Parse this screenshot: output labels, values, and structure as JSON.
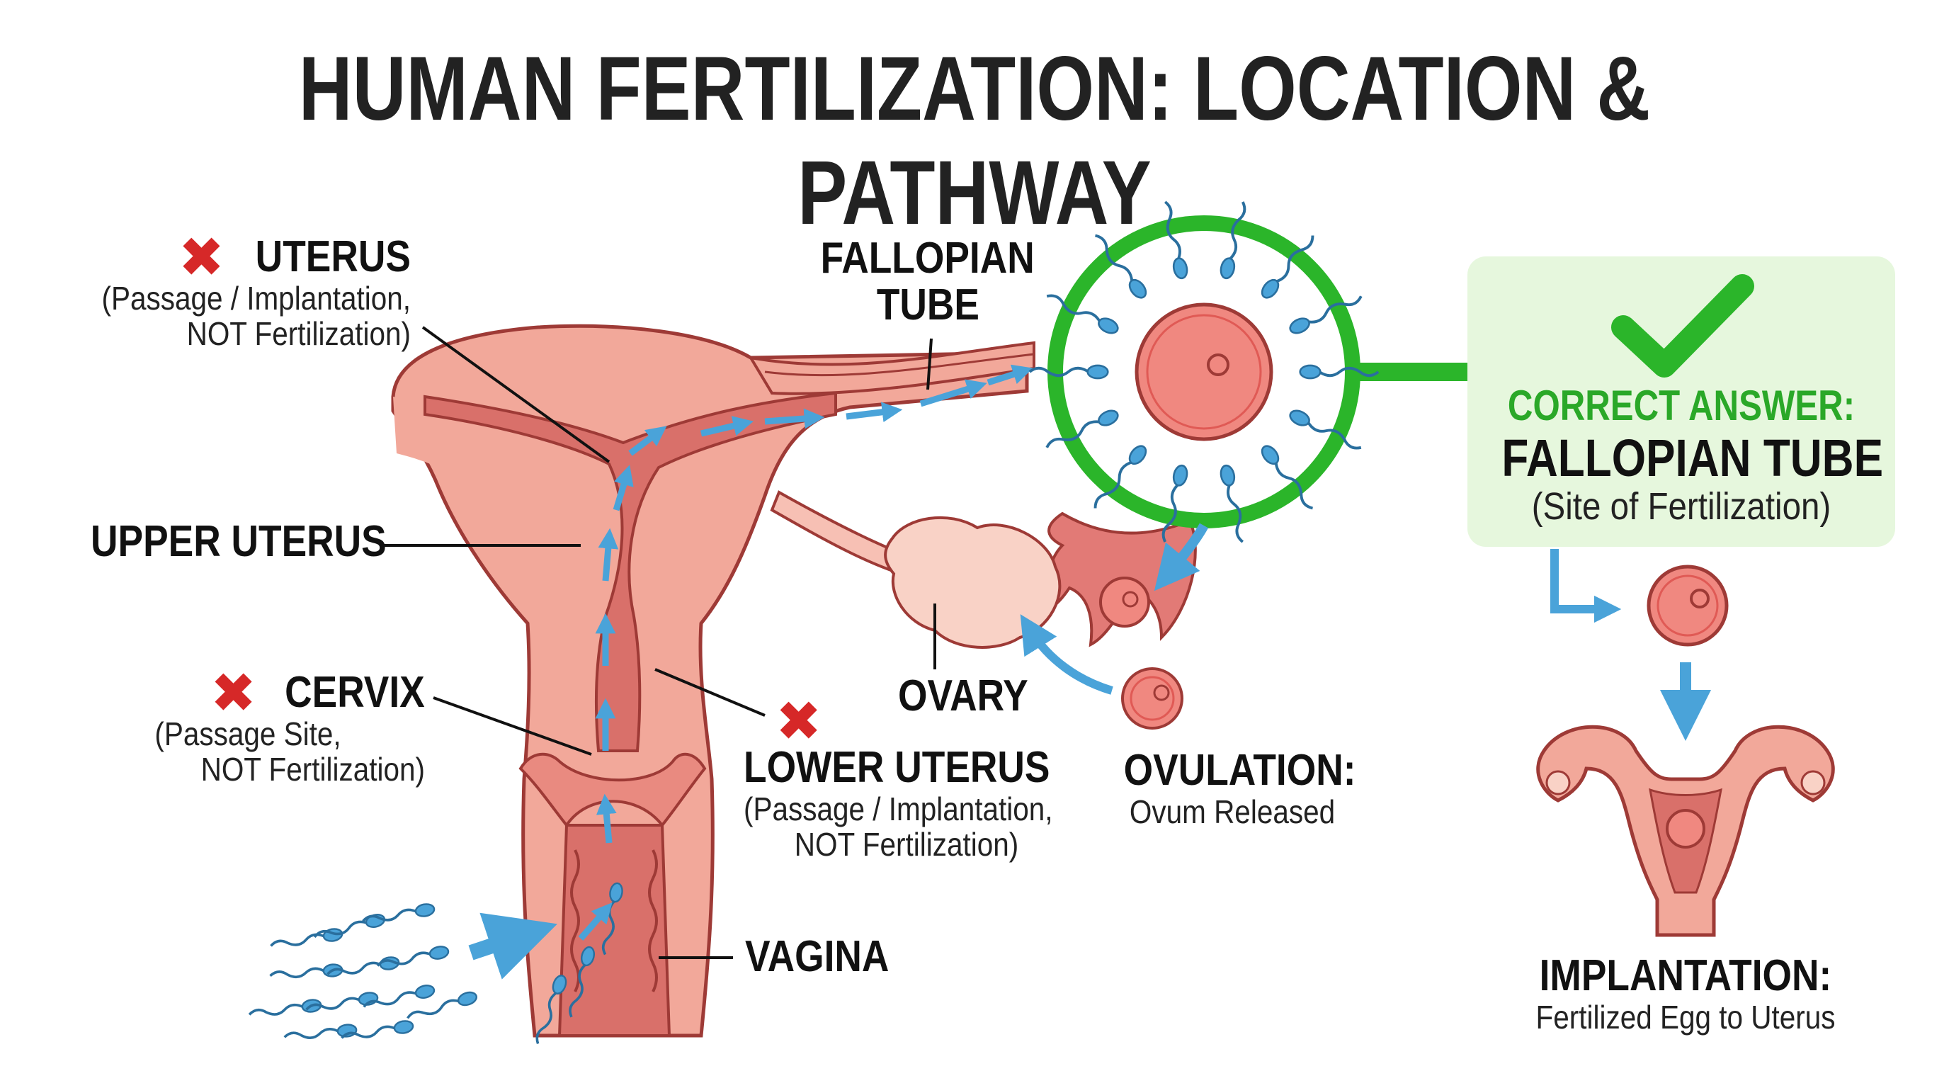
{
  "title": "HUMAN FERTILIZATION: LOCATION & PATHWAY",
  "labels": {
    "uterus": {
      "mark": "✖",
      "head": "UTERUS",
      "sub1": "(Passage / Implantation,",
      "sub2": "NOT Fertilization)"
    },
    "upper_uterus": {
      "head": "UPPER UTERUS"
    },
    "cervix": {
      "mark": "✖",
      "head": "CERVIX",
      "sub1": "(Passage Site,",
      "sub2": "NOT Fertilization)"
    },
    "lower_uterus": {
      "mark": "✖",
      "head": "LOWER UTERUS",
      "sub1": "(Passage / Implantation,",
      "sub2": "NOT Fertilization)"
    },
    "vagina": {
      "head": "VAGINA"
    },
    "fallopian_tube": {
      "line1": "FALLOPIAN",
      "line2": "TUBE"
    },
    "ovary": {
      "head": "OVARY"
    },
    "ovulation": {
      "head": "OVULATION:",
      "sub": "Ovum Released"
    },
    "implantation": {
      "head": "IMPLANTATION:",
      "sub": "Fertilized Egg to Uterus"
    }
  },
  "answer": {
    "line1": "CORRECT ANSWER:",
    "line2": "FALLOPIAN TUBE",
    "line3": "(Site of Fertilization)"
  },
  "colors": {
    "uterus_fill": "#f2a89a",
    "uterus_dark": "#d9706a",
    "outline": "#9e3a36",
    "pathway_arrow": "#4aa3d9",
    "sperm": "#4aa3d9",
    "ovum": "#f08880",
    "ovary": "#f9d2c6",
    "correct_green": "#2bb52a",
    "cross_red": "#d62828",
    "answer_bg": "#e6f7dd"
  },
  "icons": [
    "cross-mark-icon",
    "check-mark-icon",
    "magnifier-circle-icon",
    "sperm-icon",
    "ovum-icon",
    "uterus-mini-icon"
  ]
}
